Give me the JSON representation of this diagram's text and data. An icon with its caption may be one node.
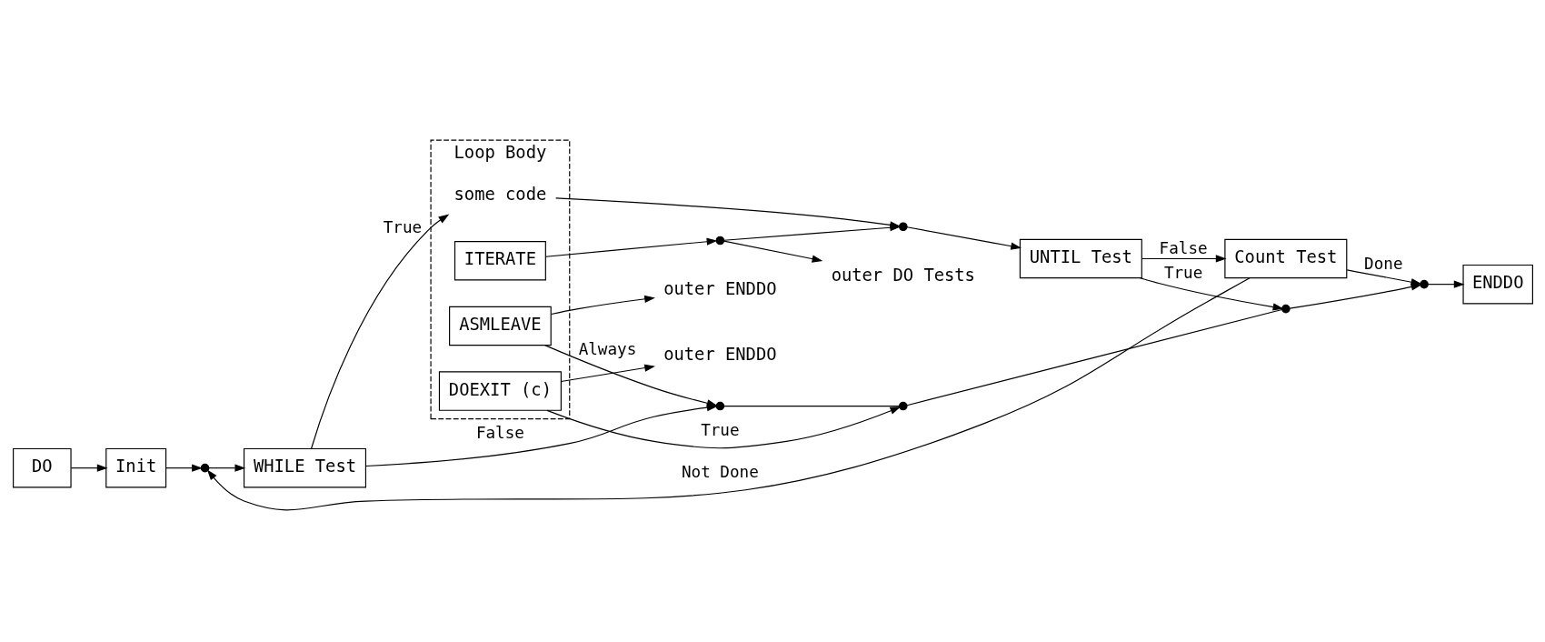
{
  "diagram": {
    "nodes": [
      {
        "text": [
          "DO"
        ]
      },
      {
        "text": [
          "Init"
        ]
      },
      {
        "text": [],
        "shape": "circle"
      },
      {
        "text": [
          "WHILE Test"
        ]
      },
      {
        "text": [
          "Loop Body"
        ]
      },
      {
        "text": [
          "some code"
        ],
        "in": 4
      },
      {
        "text": [
          "ITERATE"
        ],
        "in": 4
      },
      {
        "text": [
          "DOEXIT (c)"
        ],
        "in": 4
      },
      {
        "text": [
          "ASMLEAVE"
        ],
        "in": 4
      },
      {
        "text": [],
        "shape": "circle"
      },
      {
        "text": [
          "UNTIL Test"
        ]
      },
      {
        "text": [
          "Count Test"
        ]
      },
      {
        "text": [],
        "shape": "circle"
      },
      {
        "text": [
          "ENDDO"
        ]
      },
      {
        "text": [],
        "shape": "circle"
      },
      {
        "text": [
          "outer DO Tests"
        ]
      },
      {
        "text": [],
        "shape": "circle"
      },
      {
        "text": [],
        "shape": "circle"
      },
      {
        "text": [
          "outer ENDDO"
        ]
      },
      {
        "text": [],
        "shape": "circle"
      },
      {
        "text": [
          "outer ENDDO"
        ]
      }
    ],
    "edges": [
      {
        "from": 0,
        "to": 1,
        "arrow": "to"
      },
      {
        "from": 1,
        "to": 2,
        "arrow": "to"
      },
      {
        "from": 2,
        "to": 3,
        "arrow": "to"
      },
      {
        "from": 3,
        "to": 5,
        "arrow": "to",
        "label": "True"
      },
      {
        "from": 5,
        "to": 9,
        "arrow": "to"
      },
      {
        "from": 9,
        "to": 10,
        "arrow": "to"
      },
      {
        "from": 10,
        "to": 11,
        "arrow": "to",
        "label": "False"
      },
      {
        "from": 11,
        "to": 12,
        "arrow": "to",
        "label": "Done"
      },
      {
        "from": 12,
        "to": 13,
        "arrow": "to"
      },
      {
        "from": 11,
        "to": 2,
        "arrow": "to",
        "label": "Not Done"
      },
      {
        "from": 6,
        "to": 14,
        "arrow": "to"
      },
      {
        "from": 14,
        "to": 9,
        "arrow": "to"
      },
      {
        "from": 14,
        "to": 15,
        "arrow": "to"
      },
      {
        "from": 10,
        "to": 16,
        "arrow": "to",
        "label": "True"
      },
      {
        "from": 7,
        "to": 17,
        "arrow": "to",
        "label": "True"
      },
      {
        "from": 7,
        "to": 18,
        "arrow": "to"
      },
      {
        "from": 8,
        "to": 19,
        "arrow": "to",
        "label": "Always"
      },
      {
        "from": 8,
        "to": 20,
        "arrow": "to"
      },
      {
        "from": 3,
        "to": 19,
        "arrow": "to",
        "label": "False"
      },
      {
        "from": 19,
        "to": 17,
        "arrow": "none"
      },
      {
        "from": 17,
        "to": 16,
        "arrow": "none"
      },
      {
        "from": 16,
        "to": 12,
        "arrow": "to"
      }
    ]
  }
}
